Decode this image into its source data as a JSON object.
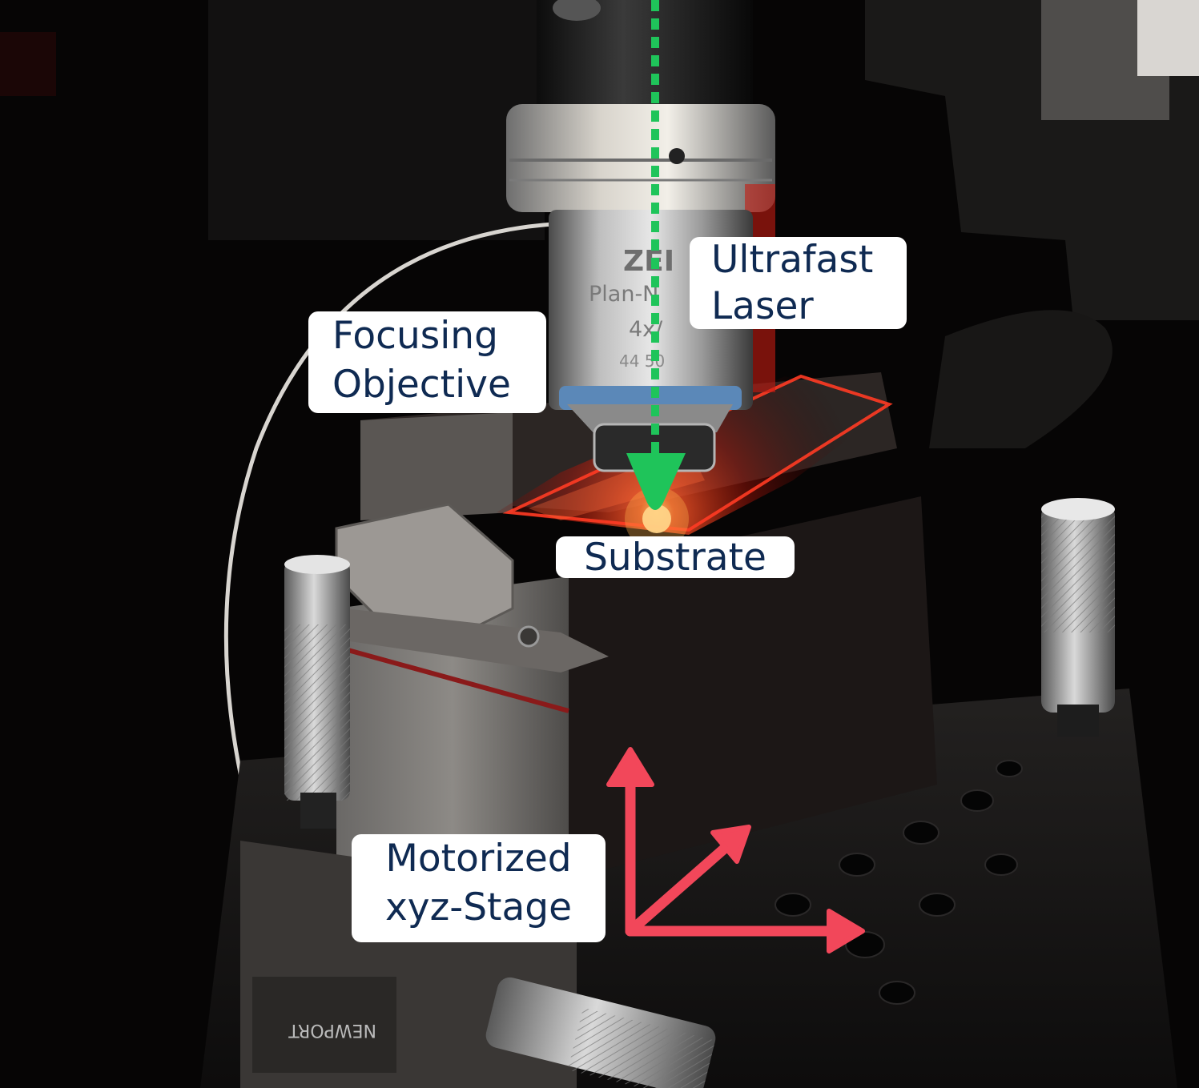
{
  "labels": {
    "focusing_objective": "Focusing\nObjective",
    "ultrafast_laser": "Ultrafast\nLaser",
    "substrate": "Substrate",
    "motorized_stage": "Motorized\nxyz-Stage"
  },
  "objective_engraving": {
    "brand": "ZEI",
    "model": "Plan-N",
    "magnification": "4x/",
    "number": "44 50"
  },
  "colors": {
    "laser_beam": "#1fc45a",
    "axis_arrows": "#f2475a",
    "label_text": "#0f2a52",
    "label_background": "#ffffff",
    "laser_glow": "#ff2a1a"
  }
}
